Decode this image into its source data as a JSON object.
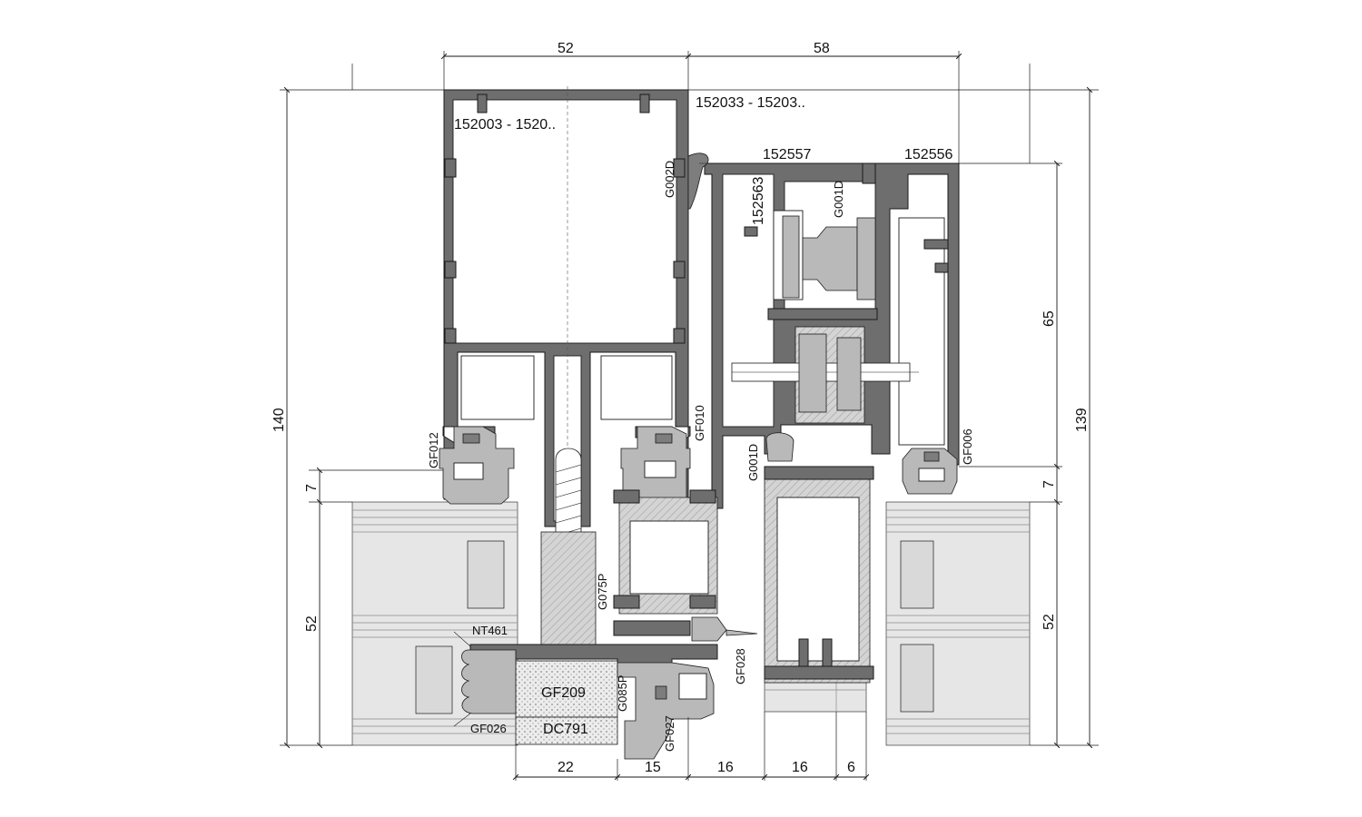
{
  "labels": {
    "mullion_profile": "152003 - 1520..",
    "transom_profile": "152033 - 15203..",
    "profile_152557": "152557",
    "profile_152556": "152556",
    "profile_152563": "152563",
    "gasket_G002D": "G002D",
    "gasket_G001D_top": "G001D",
    "gasket_G001D_mid": "G001D",
    "gasket_GF010": "GF010",
    "gasket_GF012": "GF012",
    "gasket_GF006": "GF006",
    "gasket_G075P": "G075P",
    "gasket_NT461": "NT461",
    "gasket_GF209": "GF209",
    "gasket_G085P": "G085P",
    "gasket_GF026": "GF026",
    "gasket_DC791": "DC791",
    "gasket_GF027": "GF027",
    "gasket_GF028": "GF028"
  },
  "dimensions": {
    "top_left_width": "52",
    "top_right_width": "58",
    "left_total_height": "140",
    "left_gap": "7",
    "left_glass": "52",
    "right_upper": "65",
    "right_total_height": "139",
    "right_gap": "7",
    "right_glass": "52",
    "bottom_1": "22",
    "bottom_2": "15",
    "bottom_3": "16",
    "bottom_4": "16",
    "bottom_5": "6"
  }
}
